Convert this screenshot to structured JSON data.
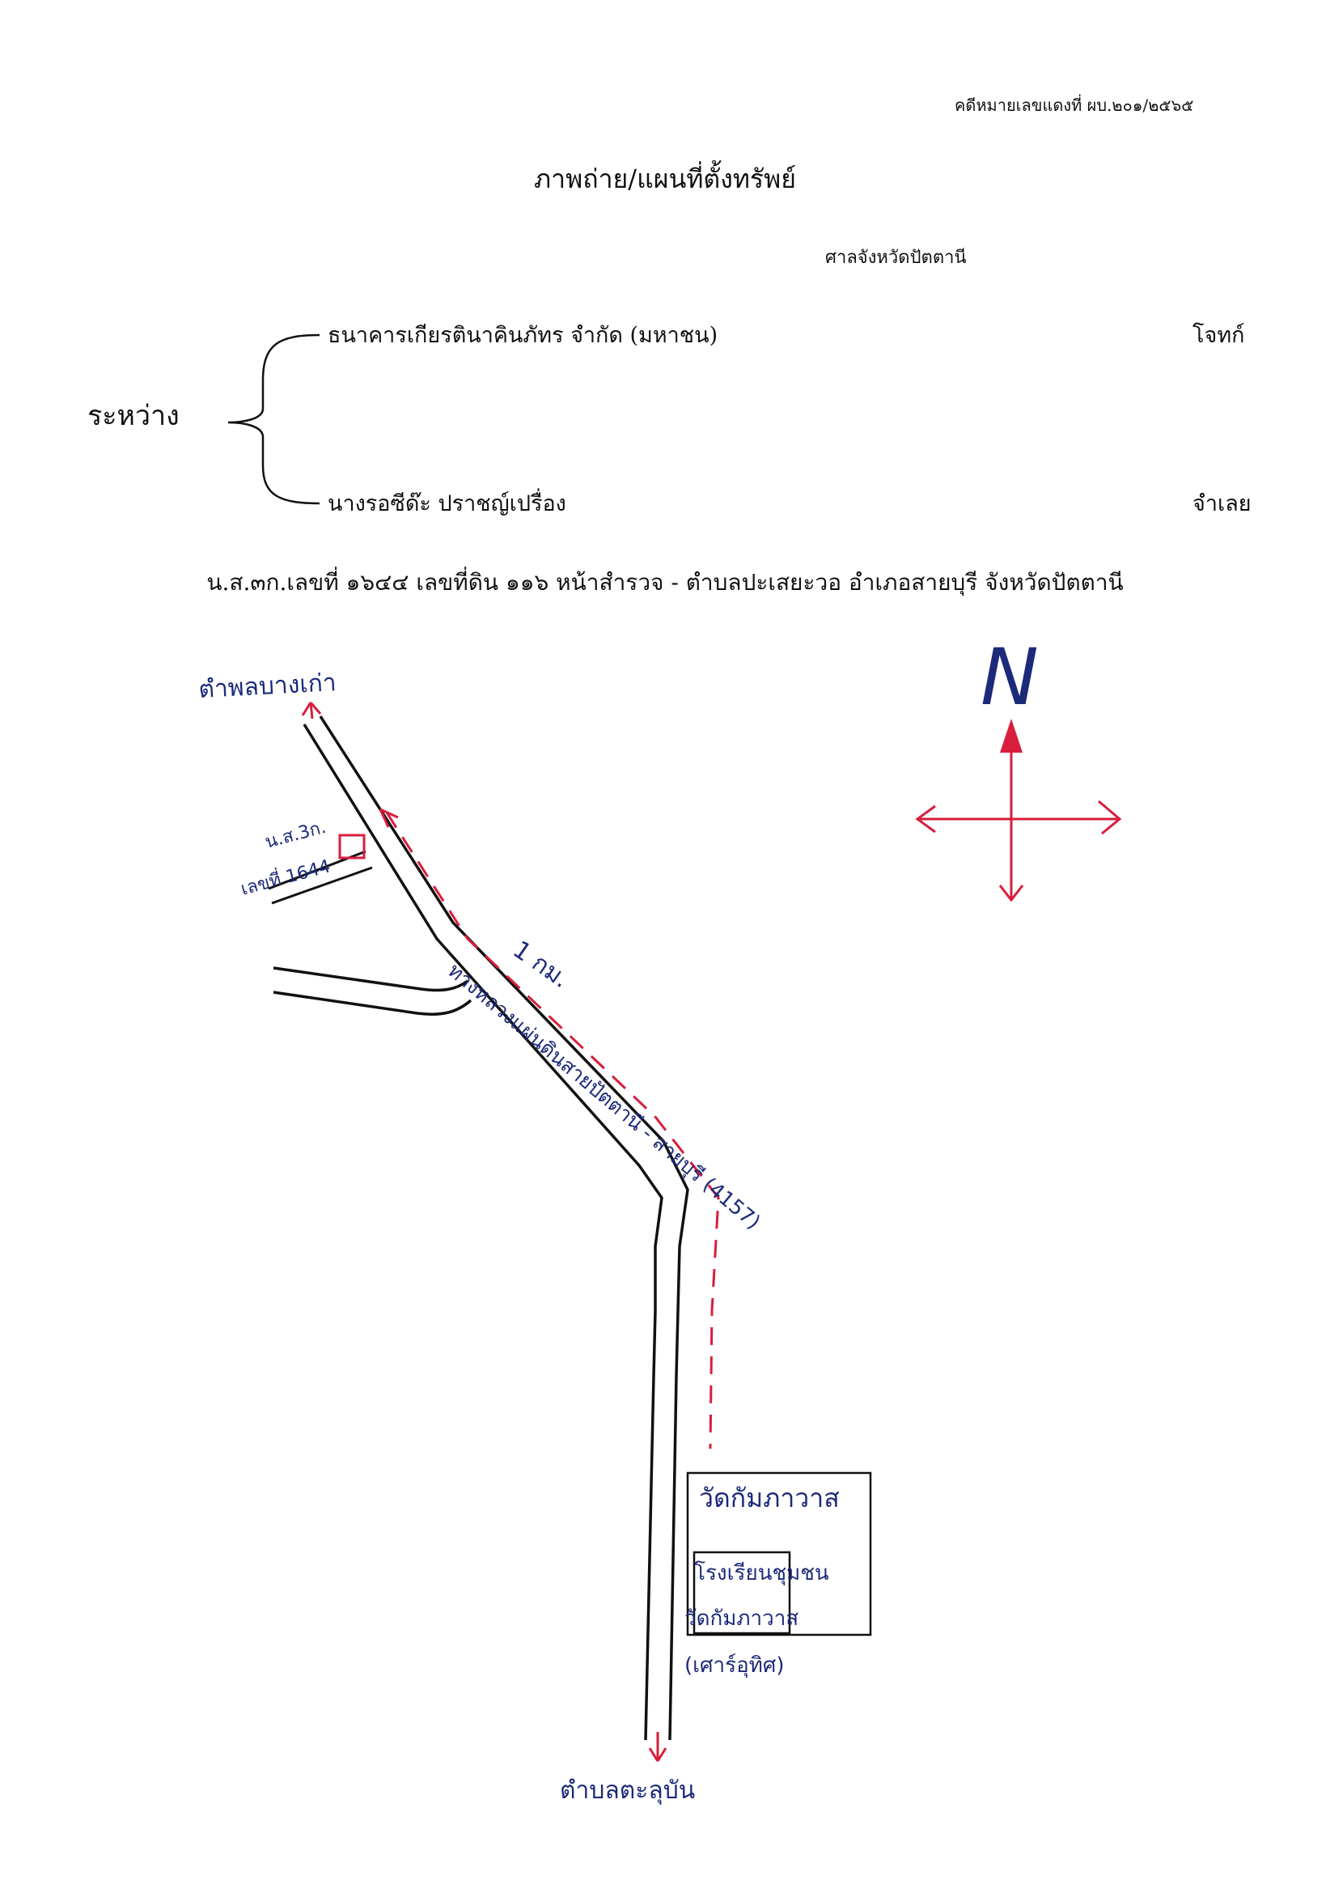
{
  "header": {
    "case_number": "คดีหมายเลขแดงที่ ผบ.๒๐๑/๒๕๖๕",
    "title": "ภาพถ่าย/แผนที่ตั้งทรัพย์",
    "court": "ศาลจังหวัดปัตตานี"
  },
  "parties": {
    "between_label": "ระหว่าง",
    "plaintiff_name": "ธนาคารเกียรตินาคินภัทร จำกัด (มหาชน)",
    "plaintiff_role": "โจทก์",
    "defendant_name": "นางรอซีด๊ะ ปราชญ์เปรื่อง",
    "defendant_role": "จำเลย"
  },
  "land_description": "น.ส.๓ก.เลขที่ ๑๖๔๔ เลขที่ดิน ๑๑๖ หน้าสำรวจ - ตำบลปะเสยะวอ อำเภอสายบุรี จังหวัดปัตตานี",
  "map": {
    "top_destination": "ตำพลบางเก่า",
    "bottom_destination": "ตำบลตะลุบัน",
    "plot_label_line1": "น.ส.3ก.",
    "plot_label_line2": "เลขที่ 1644",
    "distance_label": "1 กม.",
    "road_label": "ทางหลวงแผ่นดินสายปัตตานี - สายบุรี (4157)",
    "temple_label": "วัดกัมภาวาส",
    "school_line1": "โรงเรียนชุมชน",
    "school_line2": "วัดกัมภาวาส",
    "school_line3": "(เศาร์อุทิศ)",
    "north_label": "N",
    "colors": {
      "ink": "#111111",
      "red": "#d81e3c",
      "blue": "#1c2a7a"
    }
  }
}
